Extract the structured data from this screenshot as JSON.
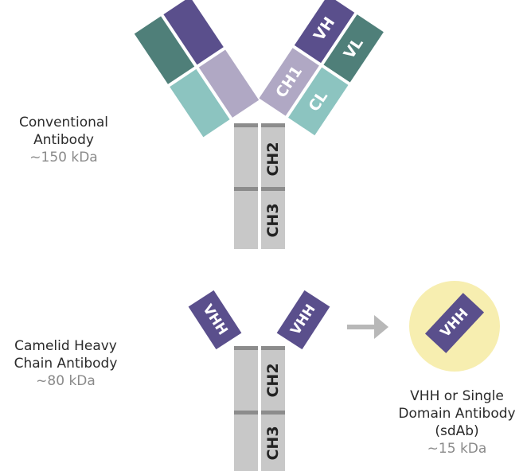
{
  "colors": {
    "vh": "#5a4f8c",
    "vh_light": "#b0a8c4",
    "vl": "#4f7f79",
    "cl": "#8cc4c0",
    "fc": "#c8c8c8",
    "fc_line": "#8c8c8c",
    "seg_text_dark": "#222222",
    "seg_text_light": "#ffffff",
    "arrow": "#b8b8b8",
    "sdab_circle": "#f7eeb0",
    "weight_text": "#8a8a8a"
  },
  "conventional": {
    "title_line1": "Conventional",
    "title_line2": "Antibody",
    "weight": "~150 kDa",
    "segments": {
      "ch2": "CH2",
      "ch3": "CH3",
      "ch1": "CH1",
      "cl": "CL",
      "vh": "VH",
      "vl": "VL"
    }
  },
  "camelid": {
    "title_line1": "Camelid Heavy",
    "title_line2": "Chain Antibody",
    "weight": "~80 kDa",
    "segments": {
      "ch2": "CH2",
      "ch3": "CH3",
      "vhh_left": "VHH",
      "vhh_right": "VHH"
    }
  },
  "sdab": {
    "title_line1": "VHH or Single",
    "title_line2": "Domain Antibody",
    "title_line3": "(sdAb)",
    "weight": "~15 kDa",
    "segment": "VHH"
  }
}
